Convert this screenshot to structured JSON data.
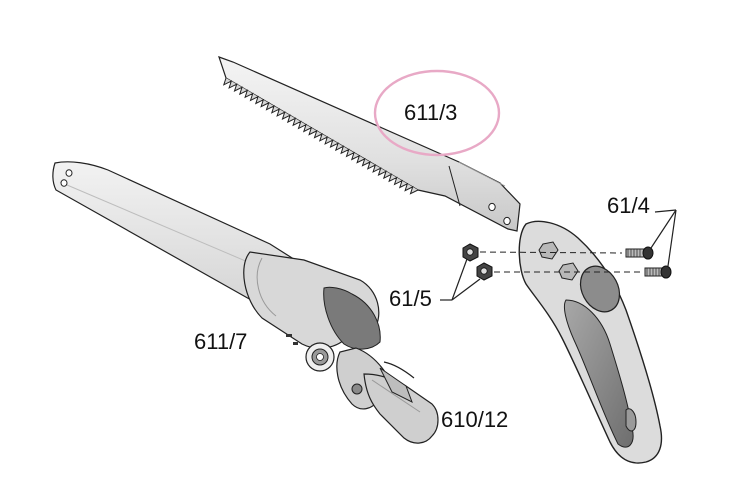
{
  "parts": {
    "blade": "611/3",
    "screws": "61/4",
    "nuts": "61/5",
    "sheath": "611/7",
    "strap": "610/12"
  },
  "highlight_color": "#e8a9c6",
  "line_color": "#222222",
  "metal_color": "#e2e2e2",
  "grip_color": "#8f8f8f"
}
